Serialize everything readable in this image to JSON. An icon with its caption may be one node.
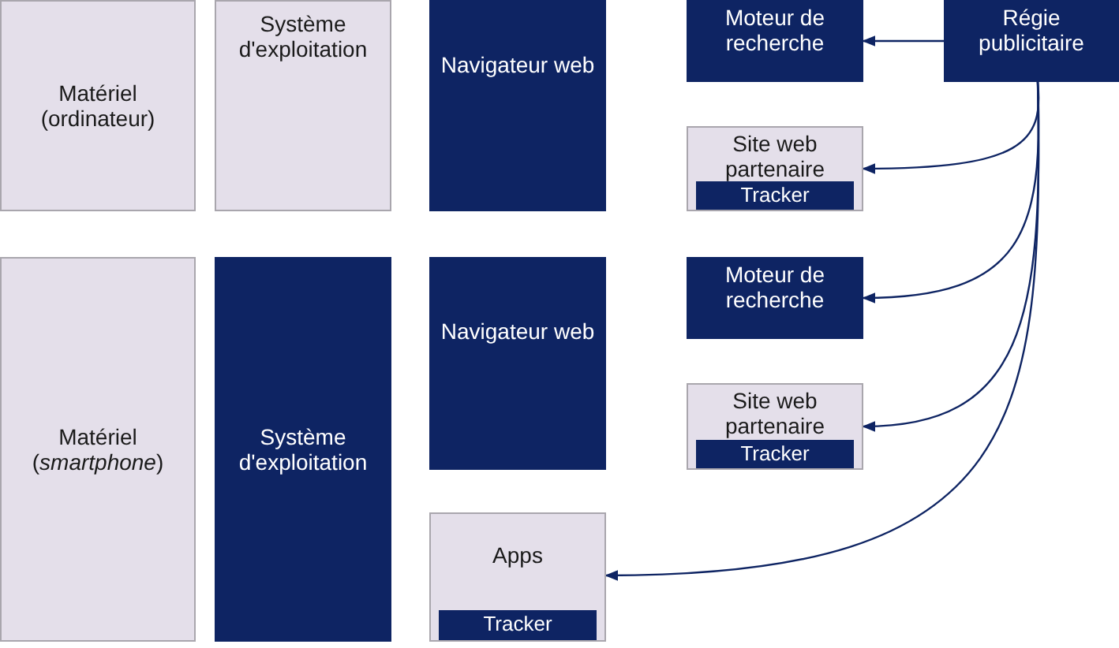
{
  "diagram": {
    "nodes": [
      {
        "text": [
          "Matériel (ordinateur)"
        ]
      },
      {
        "text": [
          "Système d'exploitation"
        ]
      },
      {
        "text": [
          "Navigateur web"
        ]
      },
      {
        "text": [
          "Moteur de recherche"
        ]
      },
      {
        "text": [
          "Régie publicitaire"
        ]
      },
      {
        "text": [
          "Site web partenaire"
        ]
      },
      {
        "text": [
          "Tracker"
        ],
        "in": 5
      },
      {
        "text": [
          "Matériel (*smartphone*)"
        ]
      },
      {
        "text": [
          "Système d'exploitation"
        ]
      },
      {
        "text": [
          "Navigateur web"
        ]
      },
      {
        "text": [
          "Moteur de recherche"
        ]
      },
      {
        "text": [
          "Site web partenaire"
        ]
      },
      {
        "text": [
          "Tracker"
        ],
        "in": 11
      },
      {
        "text": [
          "Apps"
        ]
      },
      {
        "text": [
          "Tracker"
        ],
        "in": 13
      }
    ],
    "edges": [
      {
        "from": 4,
        "to": 3,
        "arrow": "to"
      },
      {
        "from": 4,
        "to": 5,
        "arrow": "to"
      },
      {
        "from": 4,
        "to": 10,
        "arrow": "to"
      },
      {
        "from": 4,
        "to": 11,
        "arrow": "to"
      },
      {
        "from": 4,
        "to": 13,
        "arrow": "to"
      }
    ]
  }
}
